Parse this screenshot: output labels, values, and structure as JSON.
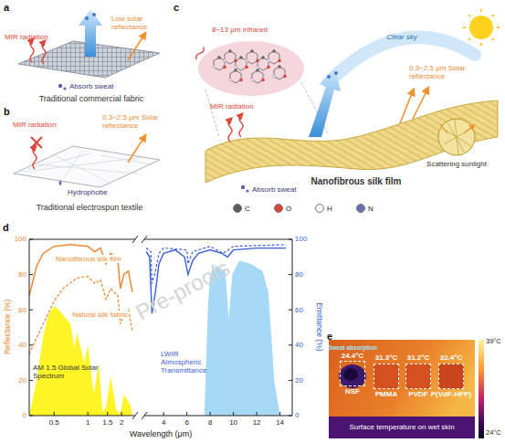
{
  "diagram": {
    "nodes": [
      {
        "text": [
          "Sweat absorption",
          "24.4°C",
          "NSF"
        ]
      },
      {
        "text": [
          "31.3°C",
          "PMMA"
        ]
      },
      {
        "text": [
          "31.2°C",
          "PVDF"
        ]
      },
      {
        "text": [
          "32.4°C",
          "P(VdF-HFP)"
        ]
      }
    ],
    "labels": [
      "a",
      "MIR radiation",
      "Low solar reflectance",
      "Absorb sweat",
      "Traditional commercial fabric",
      "b",
      "MIR radiation",
      "0.3~2.5 μm Solar reflectance",
      "Hydrophobe",
      "Traditional electrospun textile",
      "c",
      "8~13 μm infrared",
      "Clear sky",
      "MIR radiation",
      "0.3~2.5 μm Solar reflectance",
      "Absorb sweat",
      "Nanofibrous silk film",
      "Scattering sunlight",
      "d",
      "Reflectance (%)",
      "100",
      "80",
      "60",
      "40",
      "20",
      "0",
      "Emittance (%)",
      "100",
      "80",
      "60",
      "40",
      "20",
      "0",
      "0.5",
      "1",
      "1.5",
      "2",
      "4",
      "6",
      "8",
      "10",
      "12",
      "14",
      "Wavelength (μm)",
      "Nanofibrous silk film",
      "Natural silk fabric",
      "AM 1.5 Global Solar Spectrum",
      "LWIR Atmospheric Transmittance",
      "e",
      "39°C",
      "24°C",
      "Surface temperature on wet skin",
      "Pre-proofs"
    ],
    "legend": [
      {
        "text": "C",
        "color": "#5a5a5a"
      },
      {
        "text": "O",
        "color": "#d9453a"
      },
      {
        "text": "H",
        "color": "#f4f4f4"
      },
      {
        "text": "N",
        "color": "#6b6fb3"
      }
    ]
  }
}
